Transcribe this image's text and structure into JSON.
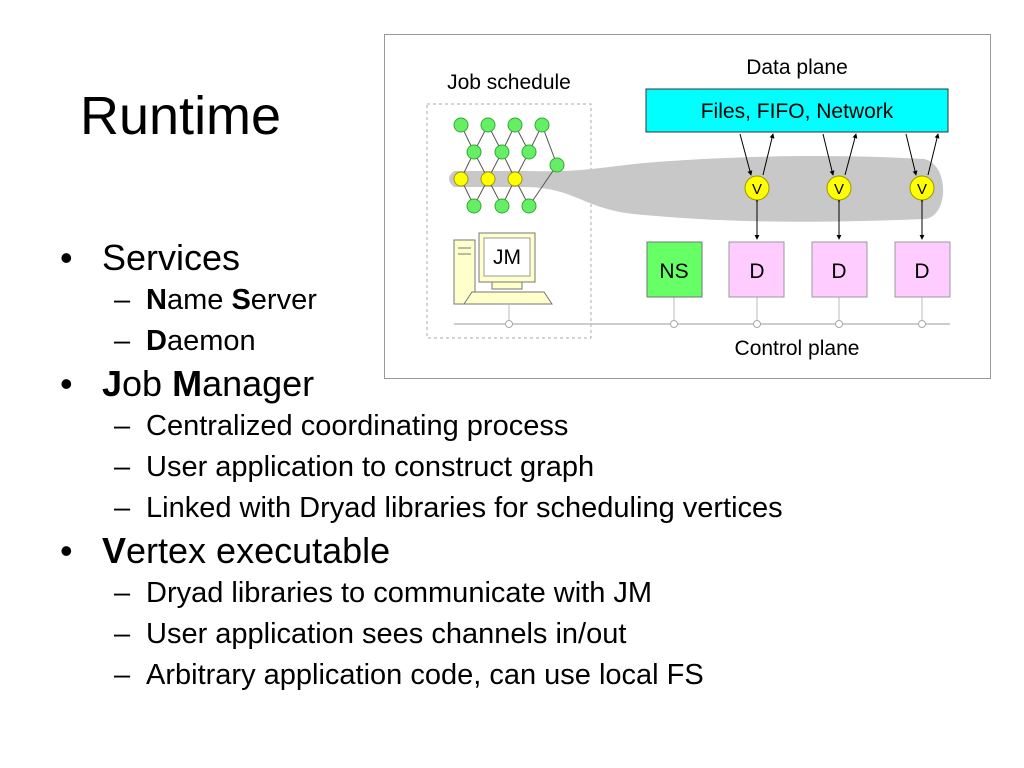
{
  "slide": {
    "title": "Runtime",
    "bullet_char": "•",
    "dash_char": "–"
  },
  "services": {
    "heading": "Services",
    "name_server": {
      "bold1": "N",
      "rest1": "ame ",
      "bold2": "S",
      "rest2": "erver"
    },
    "daemon": {
      "bold": "D",
      "rest": "aemon"
    }
  },
  "job_manager": {
    "heading": {
      "bold1": "J",
      "rest1": "ob ",
      "bold2": "M",
      "rest2": "anager"
    },
    "items": [
      "Centralized coordinating process",
      "User application to construct graph",
      "Linked with Dryad libraries for scheduling vertices"
    ]
  },
  "vertex": {
    "heading": {
      "bold": "V",
      "rest": "ertex executable"
    },
    "items": [
      "Dryad libraries to communicate with JM",
      "User application sees channels in/out",
      "Arbitrary application code, can use local FS"
    ]
  },
  "diagram": {
    "job_schedule_label": "Job schedule",
    "data_plane_label": "Data plane",
    "files_box_label": "Files, FIFO, Network",
    "jm_label": "JM",
    "ns_label": "NS",
    "daemon_labels": [
      "D",
      "D",
      "D"
    ],
    "vertex_labels": [
      "V",
      "V",
      "V"
    ],
    "control_plane_label": "Control plane",
    "colors": {
      "cyan_box": "#00ffff",
      "ns_box": "#66ff66",
      "daemon_box": "#ffccff",
      "vertex_node": "#ffff00",
      "graph_node": "#66ee66",
      "plane_shape": "#c8c8c8",
      "monitor": "#ffffcc"
    }
  }
}
